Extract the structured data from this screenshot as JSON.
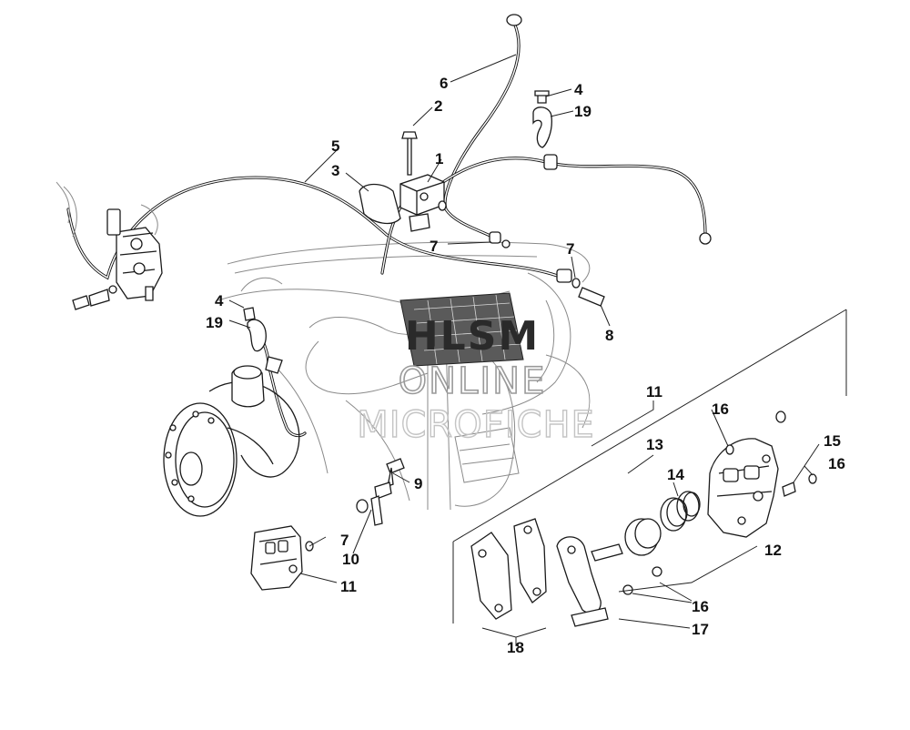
{
  "watermark": {
    "line1": "HLSM",
    "line2": "ONLINE",
    "line3": "MICROFICHE"
  },
  "callouts": {
    "c1": "1",
    "c2": "2",
    "c3": "3",
    "c4a": "4",
    "c4b": "4",
    "c5": "5",
    "c6": "6",
    "c7a": "7",
    "c7b": "7",
    "c7c": "7",
    "c8": "8",
    "c9": "9",
    "c10": "10",
    "c11a": "11",
    "c11b": "11",
    "c12": "12",
    "c13": "13",
    "c14": "14",
    "c15": "15",
    "c16a": "16",
    "c16b": "16",
    "c16c": "16",
    "c17": "17",
    "c18": "18",
    "c19a": "19",
    "c19b": "19"
  }
}
